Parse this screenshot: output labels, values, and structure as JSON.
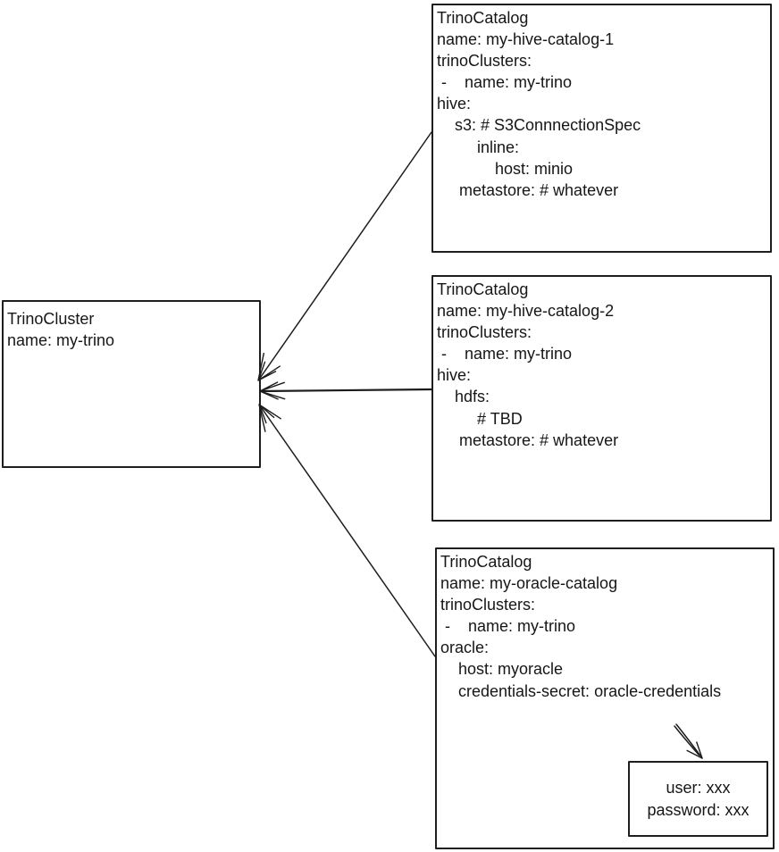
{
  "diagram": {
    "colors": {
      "background": "#ffffff",
      "stroke": "#1c1c1c",
      "text": "#161616"
    },
    "nodes": {
      "cluster": {
        "kind": "TrinoCluster",
        "lines": [
          "TrinoCluster",
          "name: my-trino"
        ]
      },
      "catalog1": {
        "kind": "TrinoCatalog",
        "lines": [
          "TrinoCatalog",
          "name: my-hive-catalog-1",
          "trinoClusters:",
          " -    name: my-trino",
          "hive:",
          "    s3: # S3ConnnectionSpec",
          "         inline:",
          "             host: minio",
          "     metastore: # whatever"
        ]
      },
      "catalog2": {
        "kind": "TrinoCatalog",
        "lines": [
          "TrinoCatalog",
          "name: my-hive-catalog-2",
          "trinoClusters:",
          " -    name: my-trino",
          "hive:",
          "    hdfs:",
          "         # TBD",
          "     metastore: # whatever"
        ]
      },
      "catalog3": {
        "kind": "TrinoCatalog",
        "lines": [
          "TrinoCatalog",
          "name: my-oracle-catalog",
          "trinoClusters:",
          " -    name: my-trino",
          "oracle:",
          "    host: myoracle",
          "    credentials-secret: oracle-credentials"
        ]
      },
      "secret": {
        "kind": "Secret",
        "lines": [
          "user: xxx",
          "password: xxx"
        ]
      }
    },
    "edges": [
      {
        "from": "TrinoCatalog my-hive-catalog-1",
        "to": "TrinoCluster my-trino"
      },
      {
        "from": "TrinoCatalog my-hive-catalog-2",
        "to": "TrinoCluster my-trino"
      },
      {
        "from": "TrinoCatalog my-oracle-catalog",
        "to": "TrinoCluster my-trino"
      },
      {
        "from": "credentials-secret: oracle-credentials",
        "to": "Secret user/password"
      }
    ]
  }
}
